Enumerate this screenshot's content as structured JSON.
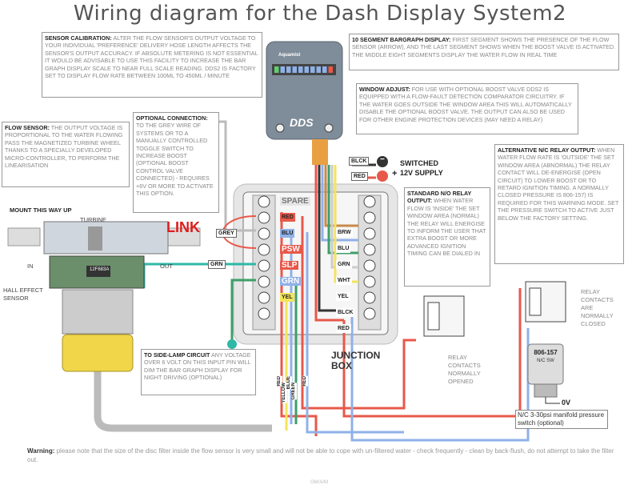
{
  "title": "Wiring diagram for the Dash Display System2",
  "sensor_calibration": {
    "heading": "SENSOR CALIBRATION:",
    "text": "ALTER THE FLOW SENSOR'S OUTPUT VOLTAGE TO YOUR INDIVIDUAL 'PREFERENCE' DELIVERY HOSE LENGTH AFFECTS THE SENSOR'S OUTPUT ACCURACY. IF ABSOLUTE METERING IS NOT ESSENTIAL IT WOULD BE ADVISABLE TO USE THIS FACILITY TO INCREASE THE BAR GRAPH DISPLAY SCALE TO NEAR FULL SCALE READING. DDS2 IS FACTORY SET TO DISPLAY FLOW RATE BETWEEN 100ml TO 450ml / MINUTE"
  },
  "bargraph_display": {
    "heading": "10 SEGMENT BARGRAPH DISPLAY:",
    "text": "FIRST SEGMENT SHOWS THE PRESENCE OF THE FLOW SENSOR (ARROW), AND THE LAST SEGMENT SHOWS WHEN THE BOOST VALVE IS ACTIVATED. THE MIDDLE EIGHT SEGMENTS DISPLAY THE WATER FLOW IN REAL TIME"
  },
  "window_adjust": {
    "heading": "WINDOW ADJUST:",
    "text": "FOR USE WITH OPTIONAL BOOST VALVE DDS2 IS EQUIPPED WITH A FLOW-FAULT DETECTION COMPARATOR CIRCUITRY. IF THE WATER GOES OUTSIDE THE WINDOW AREA THIS WILL AUTOMATICALLY DISABLE THE OPTIONAL BOOST VALVE. THE OUTPUT CAN ALSO BE USED FOR OTHER ENGINE PROTECTION DEVICES (MAY NEED A RELAY)"
  },
  "optional_connection": {
    "heading": "OPTIONAL CONNECTION:",
    "text": "TO THE GREY WIRE OF SYSTEMS OR TO A MANUALLY CONTROLLED TOGGLE SWITCH TO INCREASE BOOST (OPTIONAL BOOST CONTROL VALVE CONNECTED) - REQUIRES +6V OR MORE TO ACTIVATE THIS OPTION."
  },
  "flow_sensor": {
    "heading": "FLOW SENSOR:",
    "text": "THE OUTPUT VOLTAGE IS PROPORTIONAL TO THE WATER FLOWING PASS THE MAGNETIZED TURBINE WHEEL THANKS TO A SPECIALLY DEVELOPED MICRO-CONTROLLER, TO PERFORM THE LINEARISATION"
  },
  "alt_relay": {
    "heading": "ALTERNATIVE N/C RELAY OUTPUT:",
    "text": "WHEN WATER FLOW RATE IS 'OUTSIDE' THE SET WINDOW AREA (ABNORMAL) THE RELAY CONTACT WILL DE-ENERGISE (OPEN CIRCUIT) TO LOWER BOOST OR TO RETARD IGNITION TIMING. A NORMALLY CLOSED PRESSURE IS 806-157) IS REQUIRED FOR THIS WARNING MODE. SET THE PRESSURE SWITCH TO ACTIVE JUST BELOW THE FACTORY SETTING."
  },
  "std_relay": {
    "heading": "STANDARD N/O RELAY OUTPUT:",
    "text": "WHEN WATER FLOW IS 'INSIDE' THE SET WINDOW AREA (NORMAL) THE RELAY WILL ENERGISE TO INFORM THE USER THAT EXTRA BOOST OR MORE ADVANCED IGNITION TIMING CAN BE DIALED IN"
  },
  "side_lamp": {
    "heading": "TO SIDE-LAMP CIRCUIT",
    "text": "ANY VOLTAGE OVER 6 VOLT ON THIS INPUT PIN WILL DIM THE BAR GRAPH DISPLAY FOR NIGHT DRIVING (OPTIONAL)"
  },
  "labels": {
    "mount": "MOUNT THIS WAY UP",
    "turbine": "TURBINE",
    "in": "IN",
    "out": "OUT",
    "hall": "HALL EFFECT SENSOR",
    "link": "LINK",
    "switched": "SWITCHED",
    "supply": "12V SUPPLY",
    "junction": "JUNCTION BOX",
    "relay_open": "RELAY CONTACTS NORMALLY OPENED",
    "relay_closed": "RELAY CONTACTS ARE NORMALLY CLOSED",
    "ov": "0V",
    "pswitch_model": "806-157",
    "pswitch_sub": "N/C SW",
    "pswitch_caption": "N/C 3-30psi manifold pressure switch (optional)",
    "grey": "GREY",
    "grn": "GRN",
    "blck_top": "BLCK",
    "red_top": "RED",
    "minus": "−",
    "plus": "+",
    "chip": "12F683A",
    "dds": "DDS",
    "device_brand": "Aquamist",
    "footer": "GM/A/M"
  },
  "terminals_left": [
    "SPARE",
    "RED",
    "BLU",
    "PSW",
    "SLP",
    "GRN",
    "YEL"
  ],
  "terminals_right": [
    "BRW",
    "BLU",
    "GRN",
    "WHT",
    "YEL",
    "BLCK",
    "RED"
  ],
  "bottom_wires": [
    "RED",
    "YELLOW",
    "BLUE",
    "GREEN",
    "RED"
  ],
  "warning": {
    "heading": "Warning:",
    "text": "please note that the size of the disc filter inside the flow sensor is very small and will not be able to cope with un-filtered water - check frequently - clean by back-flush, do not attempt to take the filter out."
  },
  "colors": {
    "red": "#e8584a",
    "blue": "#8fb1e8",
    "yellow": "#f4e45a",
    "green": "#3e9e6a",
    "grey": "#bbbbbb",
    "teal": "#2fb8a6",
    "black": "#333333"
  }
}
